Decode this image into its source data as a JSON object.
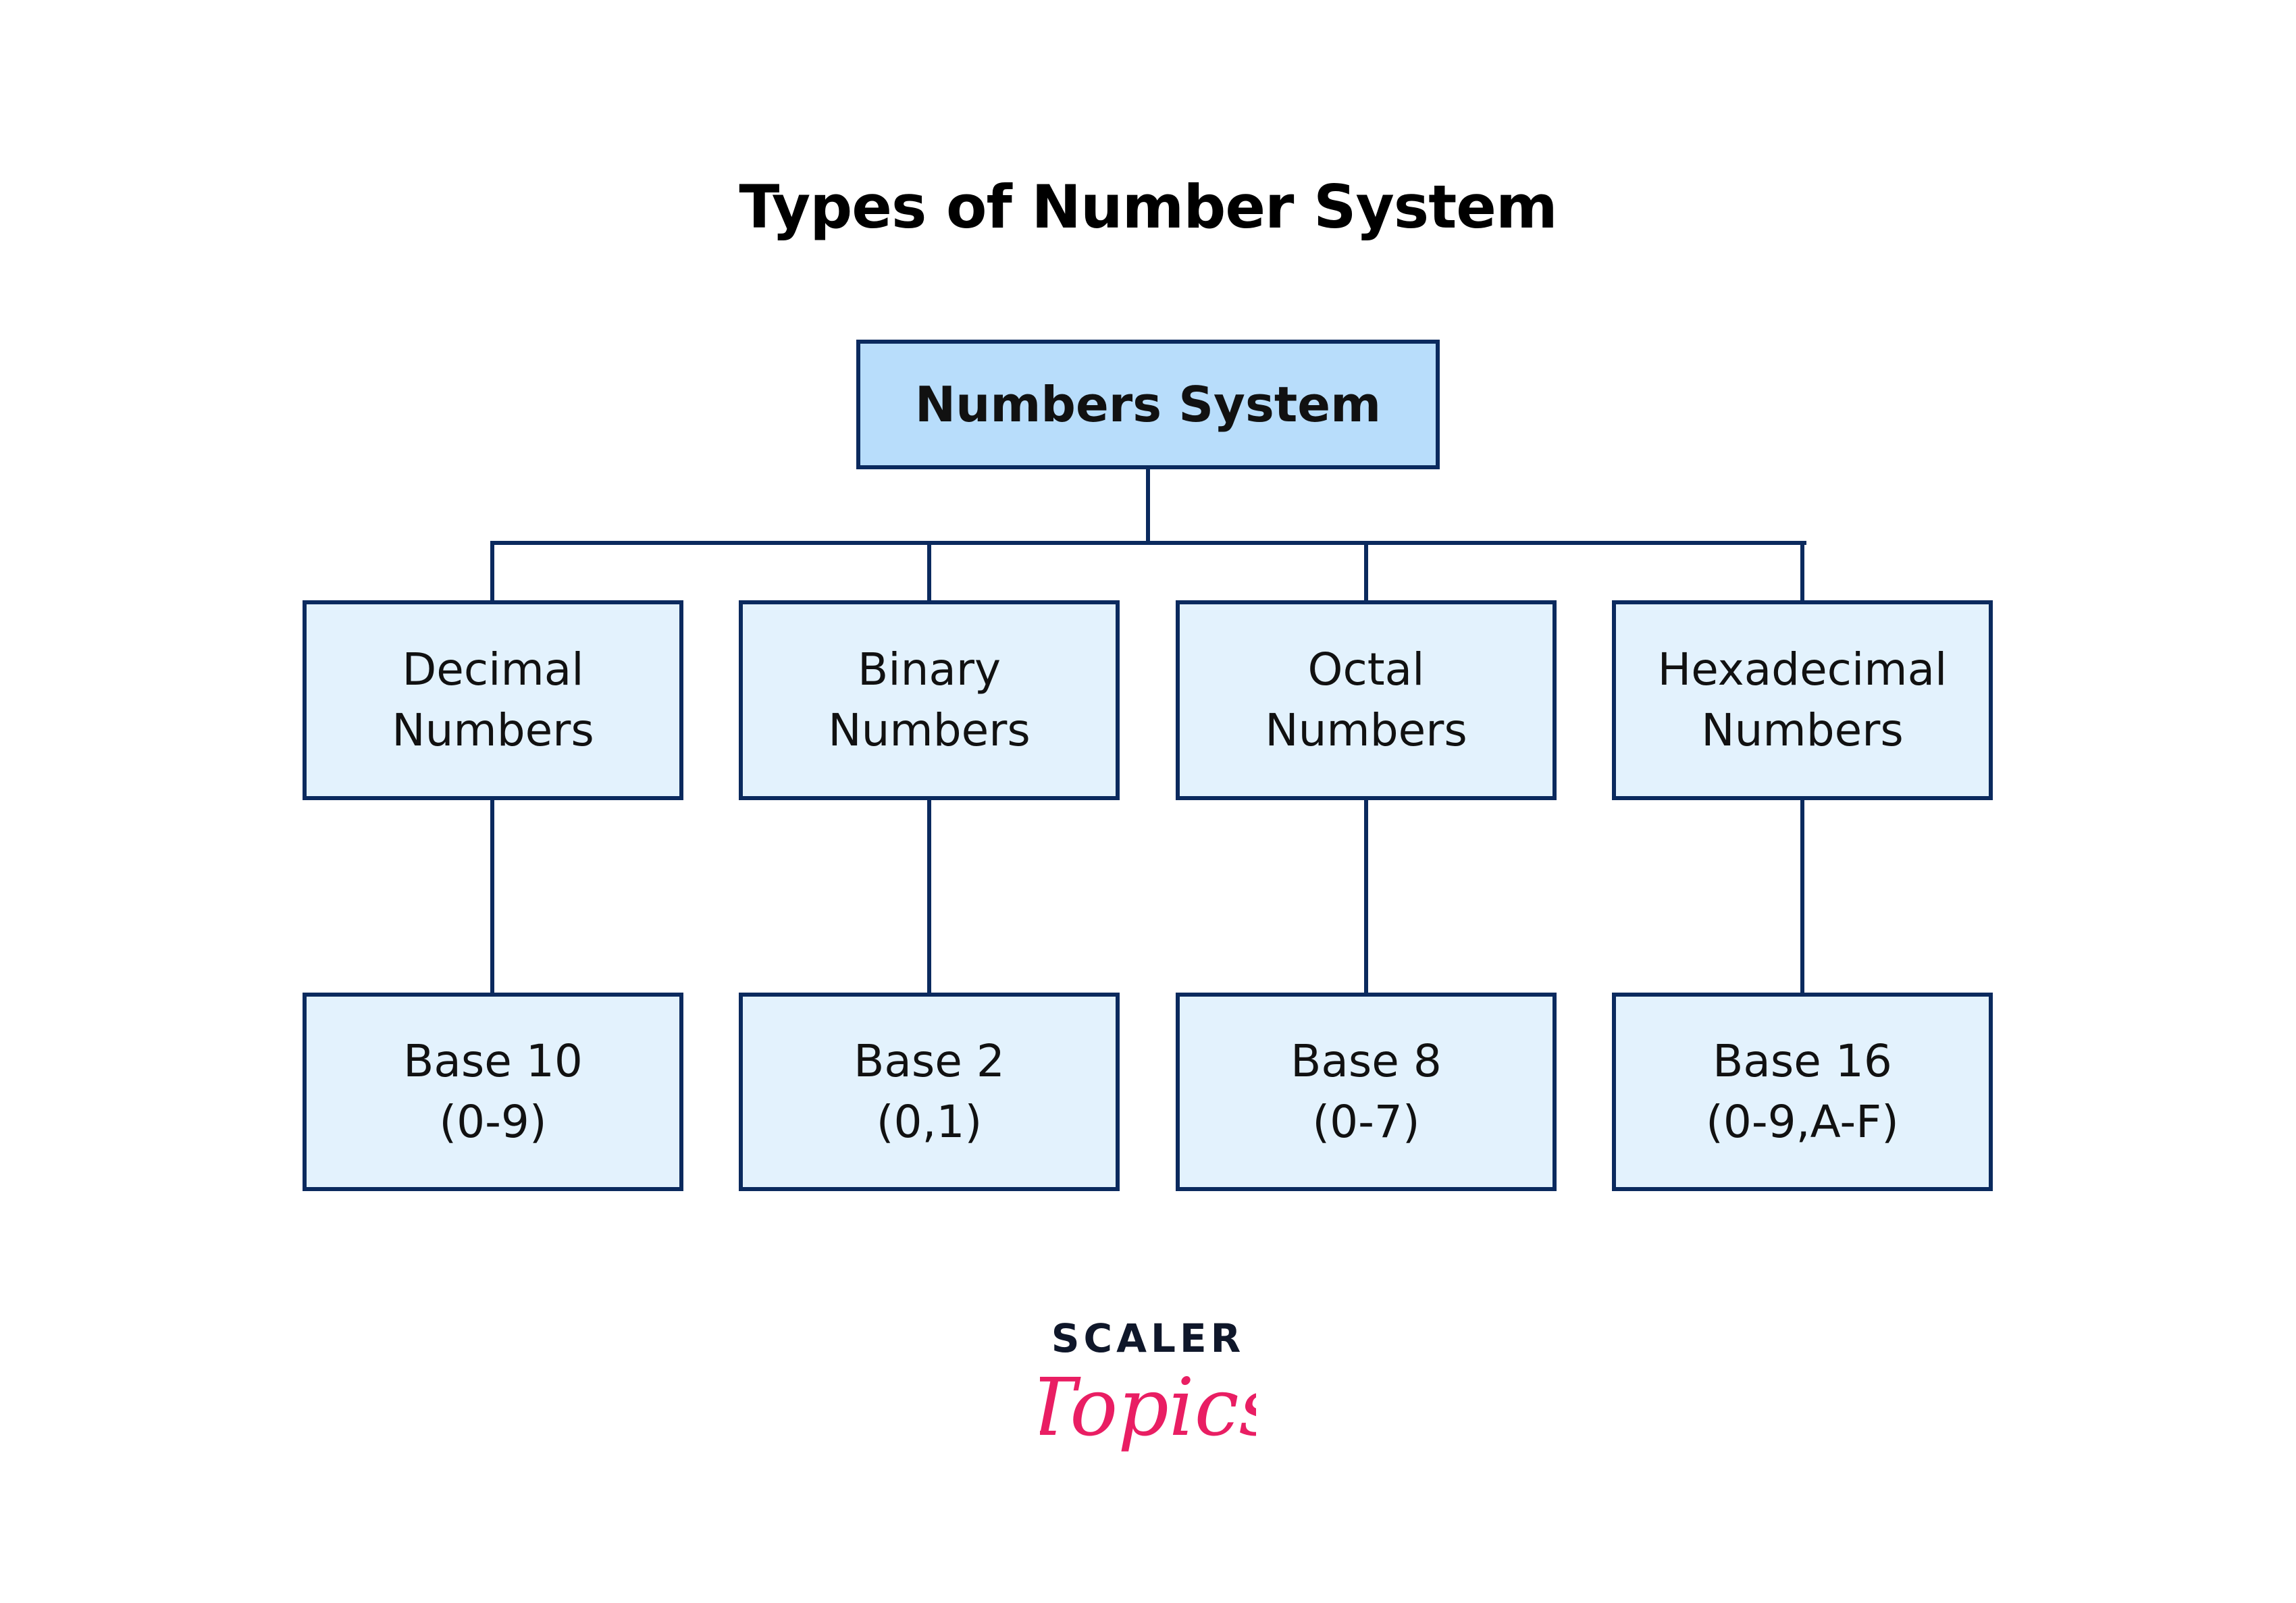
{
  "title": "Types of Number System",
  "root": {
    "label": "Numbers System"
  },
  "types": [
    {
      "name_line1": "Decimal",
      "name_line2": "Numbers",
      "base_line1": "Base 10",
      "base_line2": "(0-9)"
    },
    {
      "name_line1": "Binary",
      "name_line2": "Numbers",
      "base_line1": "Base 2",
      "base_line2": "(0,1)"
    },
    {
      "name_line1": "Octal",
      "name_line2": "Numbers",
      "base_line1": "Base 8",
      "base_line2": "(0-7)"
    },
    {
      "name_line1": "Hexadecimal",
      "name_line2": "Numbers",
      "base_line1": "Base 16",
      "base_line2": "(0-9,A-F)"
    }
  ],
  "logo": {
    "line1": "SCALER",
    "line2": "Topics"
  },
  "colors": {
    "border": "#0b2a5e",
    "root_fill": "#b8ddfb",
    "box_fill": "#e3f2fd",
    "logo_pink": "#e91e63",
    "logo_dark": "#0f172a"
  }
}
